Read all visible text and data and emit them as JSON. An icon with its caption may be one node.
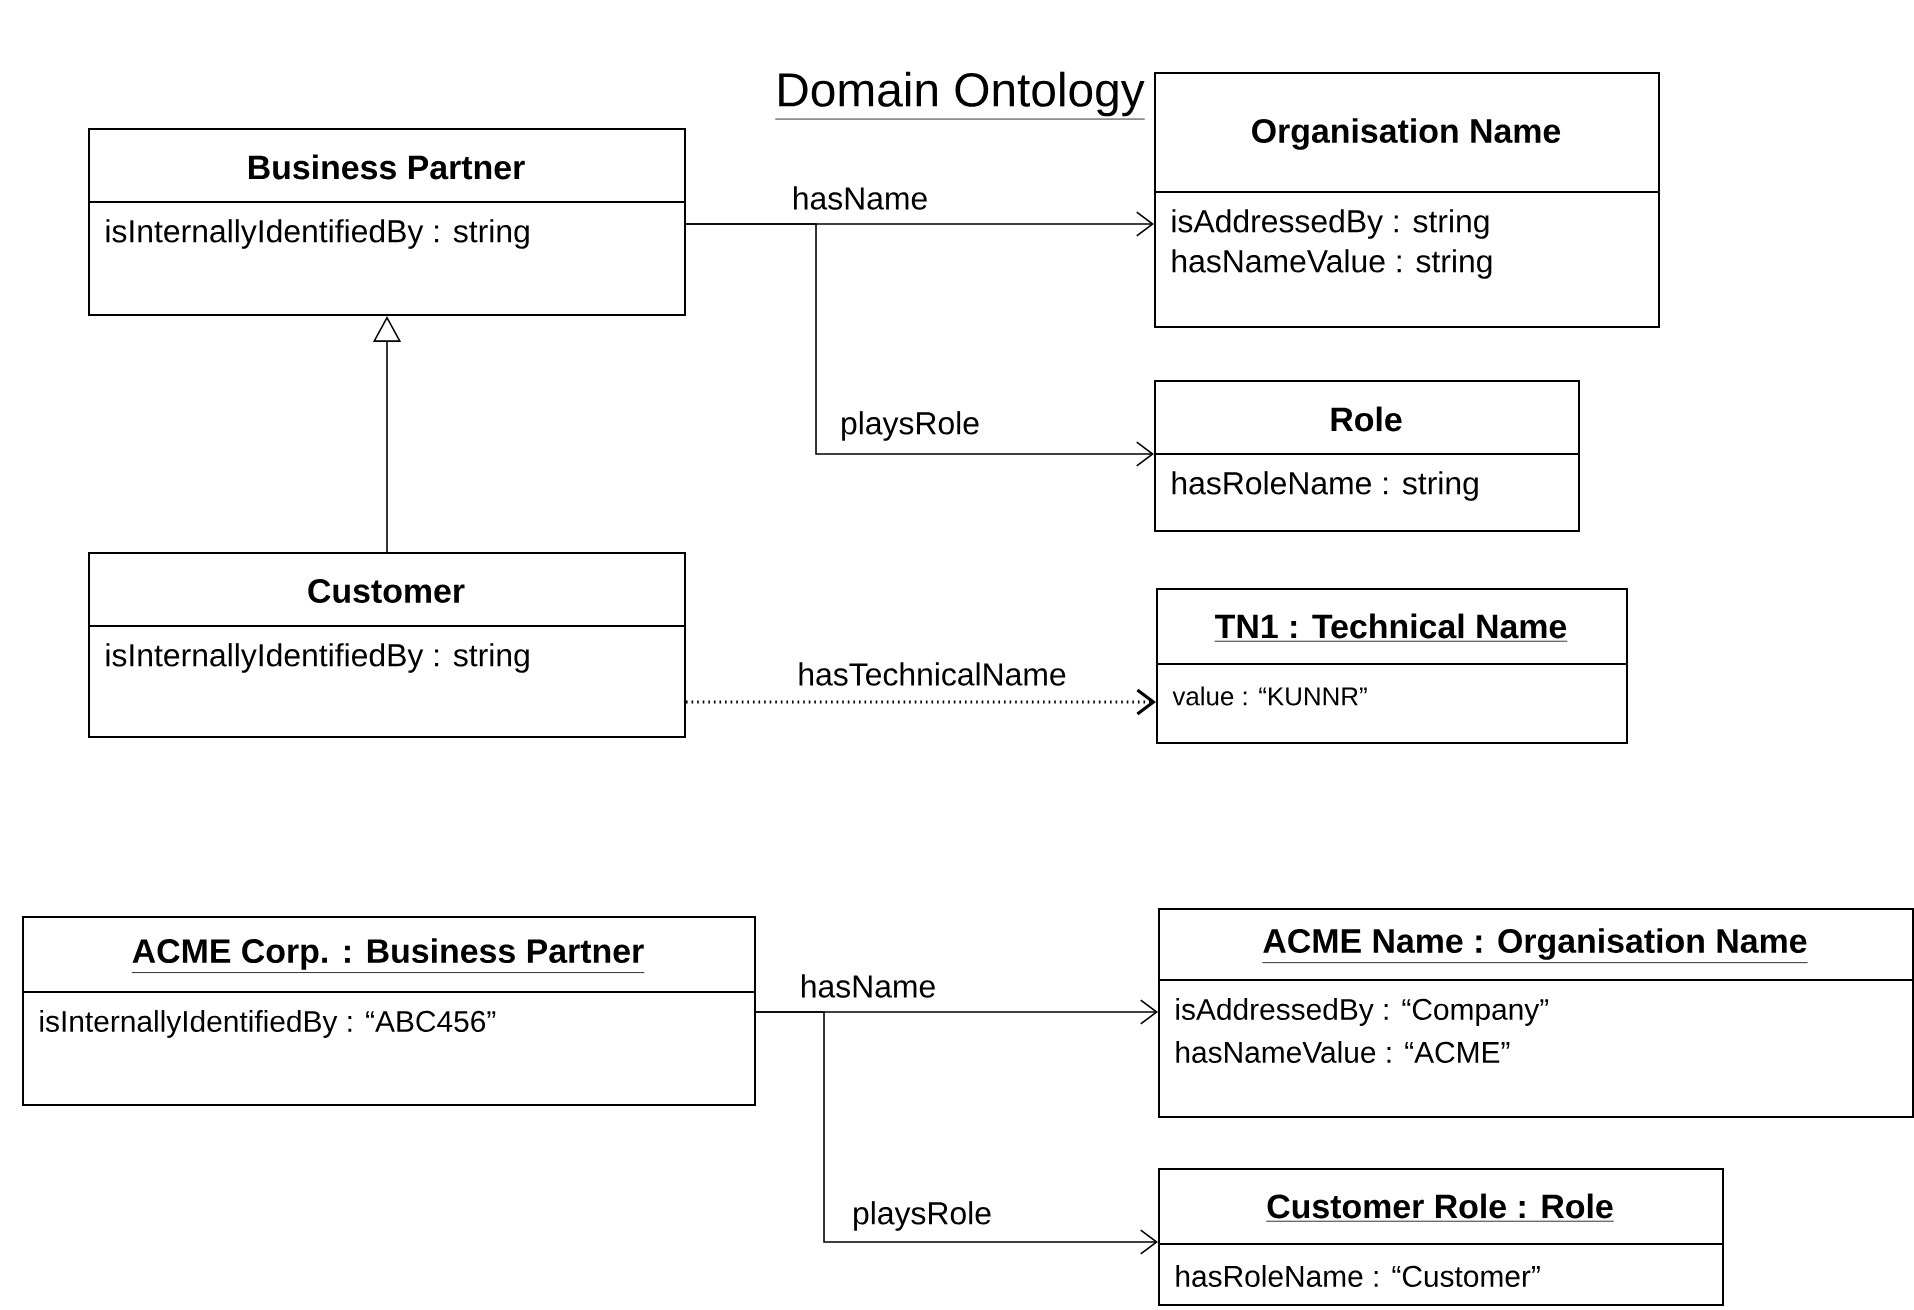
{
  "diagram": {
    "title": "Domain Ontology",
    "nodes": [
      {
        "text": [
          "Business Partner",
          "isInternallyIdentifiedBy : string"
        ]
      },
      {
        "text": [
          "Organisation Name",
          "isAddressedBy : string",
          "hasNameValue : string"
        ]
      },
      {
        "text": [
          "Role",
          "hasRoleName : string"
        ]
      },
      {
        "text": [
          "Customer",
          "isInternallyIdentifiedBy : string"
        ]
      },
      {
        "text": [
          "TN1 : Technical Name",
          "value : “KUNNR”"
        ]
      },
      {
        "text": [
          "ACME Corp. : Business Partner",
          "isInternallyIdentifiedBy : “ABC456”"
        ]
      },
      {
        "text": [
          "ACME Name : Organisation Name",
          "isAddressedBy : “Company”",
          "hasNameValue : “ACME”"
        ]
      },
      {
        "text": [
          "Customer Role : Role",
          "hasRoleName : “Customer”"
        ]
      }
    ],
    "edges": [
      {
        "from": 0,
        "to": 1,
        "arrow": "to",
        "label": "hasName"
      },
      {
        "from": 0,
        "to": 2,
        "arrow": "to",
        "label": "playsRole"
      },
      {
        "from": 3,
        "to": 0,
        "arrow": "to"
      },
      {
        "from": 3,
        "to": 4,
        "arrow": "to",
        "label": "hasTechnicalName",
        "style": "dashed"
      },
      {
        "from": 5,
        "to": 6,
        "arrow": "to",
        "label": "hasName"
      },
      {
        "from": 5,
        "to": 7,
        "arrow": "to",
        "label": "playsRole"
      }
    ]
  }
}
